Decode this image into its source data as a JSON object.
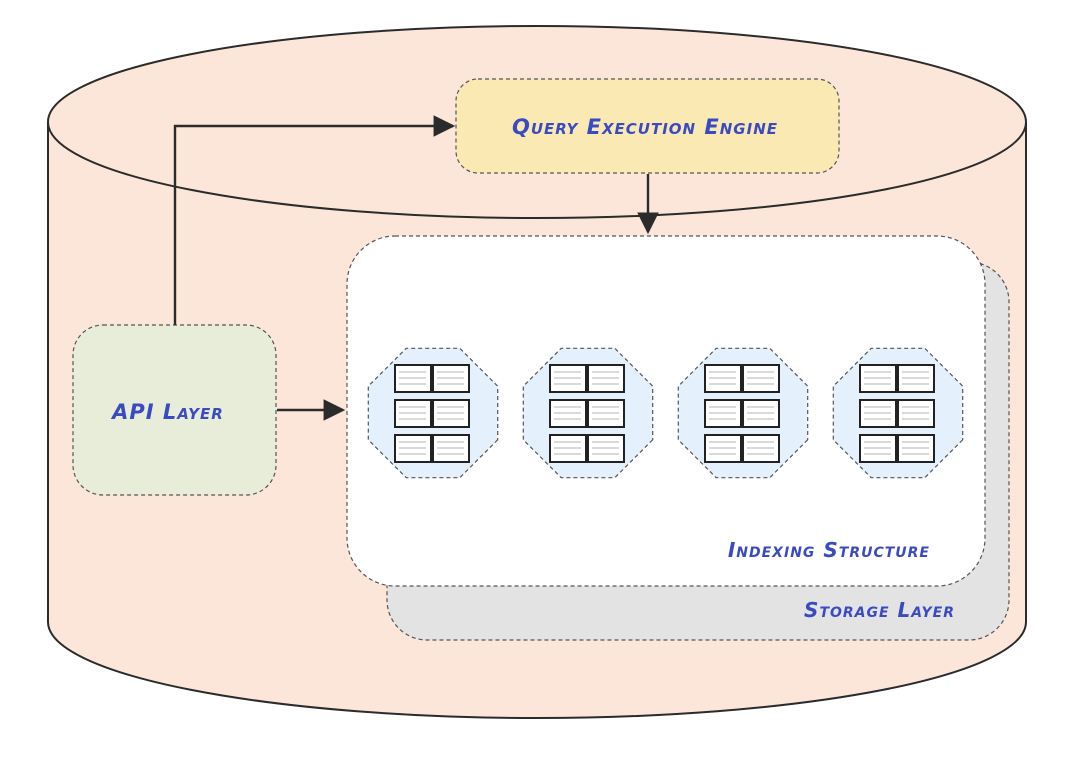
{
  "labels": {
    "query_engine": "Query Execution Engine",
    "api_layer": "API Layer",
    "indexing": "Indexing Structure",
    "storage": "Storage Layer"
  },
  "colors": {
    "cylinder_fill": "#fce6da",
    "cylinder_stroke": "#2b2b2b",
    "query_fill": "#fbe9b4",
    "api_fill": "#e8edd9",
    "storage_fill": "#e3e3e3",
    "index_fill": "#ffffff",
    "octagon_fill": "#e4f0fb",
    "label_color": "#3a4bc2",
    "arrow": "#2b2b2b"
  }
}
